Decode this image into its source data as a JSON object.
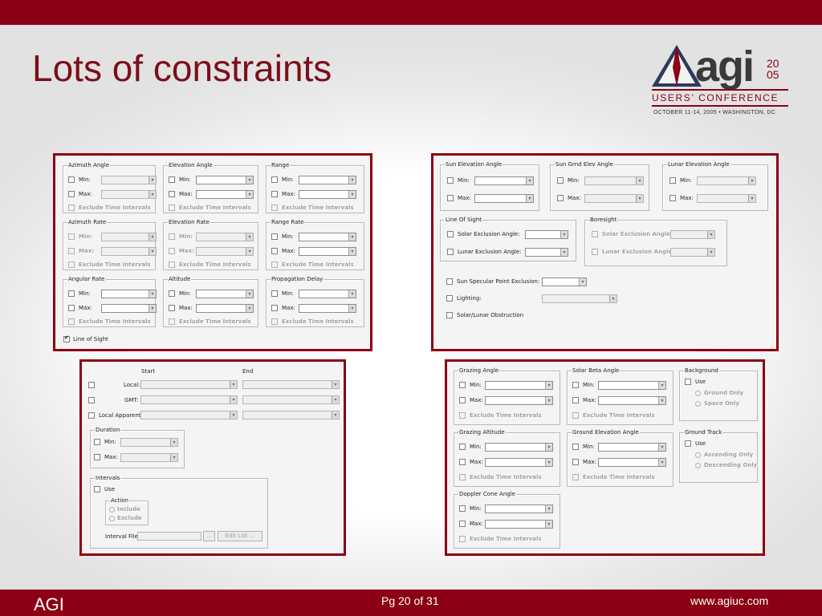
{
  "slide": {
    "title": "Lots of constraints",
    "logo": {
      "word": "agi",
      "year_top": "20",
      "year_bottom": "05",
      "conference": "USERS’ CONFERENCE",
      "dates": "OCTOBER 11-14, 2005 • WASHINGTON, DC"
    },
    "footer": {
      "brand": "AGI",
      "page": "Pg 20 of 31",
      "url": "www.agiuc.com"
    },
    "colors": {
      "brand": "#8b0014",
      "title": "#7a0f1a"
    }
  },
  "common": {
    "min": "Min:",
    "max": "Max:",
    "exclude": "Exclude Time Intervals",
    "use": "Use",
    "spin_icon": "spin-arrows-icon"
  },
  "panel1": {
    "azimuth_angle": "Azimuth Angle",
    "elevation_angle": "Elevation Angle",
    "range": "Range",
    "azimuth_rate": "Azimuth Rate",
    "elevation_rate": "Elevation Rate",
    "range_rate": "Range Rate",
    "angular_rate": "Angular Rate",
    "altitude": "Altitude",
    "propagation_delay": "Propagation Delay",
    "line_of_sight": "Line of Sight"
  },
  "panel2": {
    "sun_elevation_angle": "Sun Elevation Angle",
    "sun_gnd_elev_angle": "Sun Grnd Elev Angle",
    "lunar_elevation_angle": "Lunar Elevation Angle",
    "line_of_sight": "Line Of Sight",
    "solar_exclusion": "Solar Exclusion Angle:",
    "lunar_exclusion": "Lunar Exclusion Angle:",
    "boresight": "Boresight",
    "boresight_solar": "Solar Exclusion Angle:",
    "boresight_lunar": "Lunar Exclusion Angle:",
    "sun_specular": "Sun Specular Point Exclusion:",
    "lighting": "Lighting:",
    "solar_lunar_obstruction": "Solar/Lunar Obstruction"
  },
  "panel3": {
    "start": "Start",
    "end": "End",
    "local": "Local:",
    "gmt": "GMT:",
    "local_apparent": "Local Apparent:",
    "duration": "Duration",
    "intervals": "Intervals",
    "action": "Action",
    "include": "Include",
    "exclude": "Exclude",
    "interval_file": "Interval File:",
    "browse": "...",
    "edit_list": "Edit List ..."
  },
  "panel4": {
    "grazing_angle": "Grazing Angle",
    "solar_beta_angle": "Solar Beta Angle",
    "background": "Background",
    "ground_only": "Ground Only",
    "space_only": "Space Only",
    "grazing_altitude": "Grazing Altitude",
    "ground_elevation_angle": "Ground Elevation Angle",
    "ground_track": "Ground Track",
    "ascending_only": "Ascending Only",
    "descending_only": "Descending Only",
    "doppler_cone_angle": "Doppler Cone Angle"
  }
}
